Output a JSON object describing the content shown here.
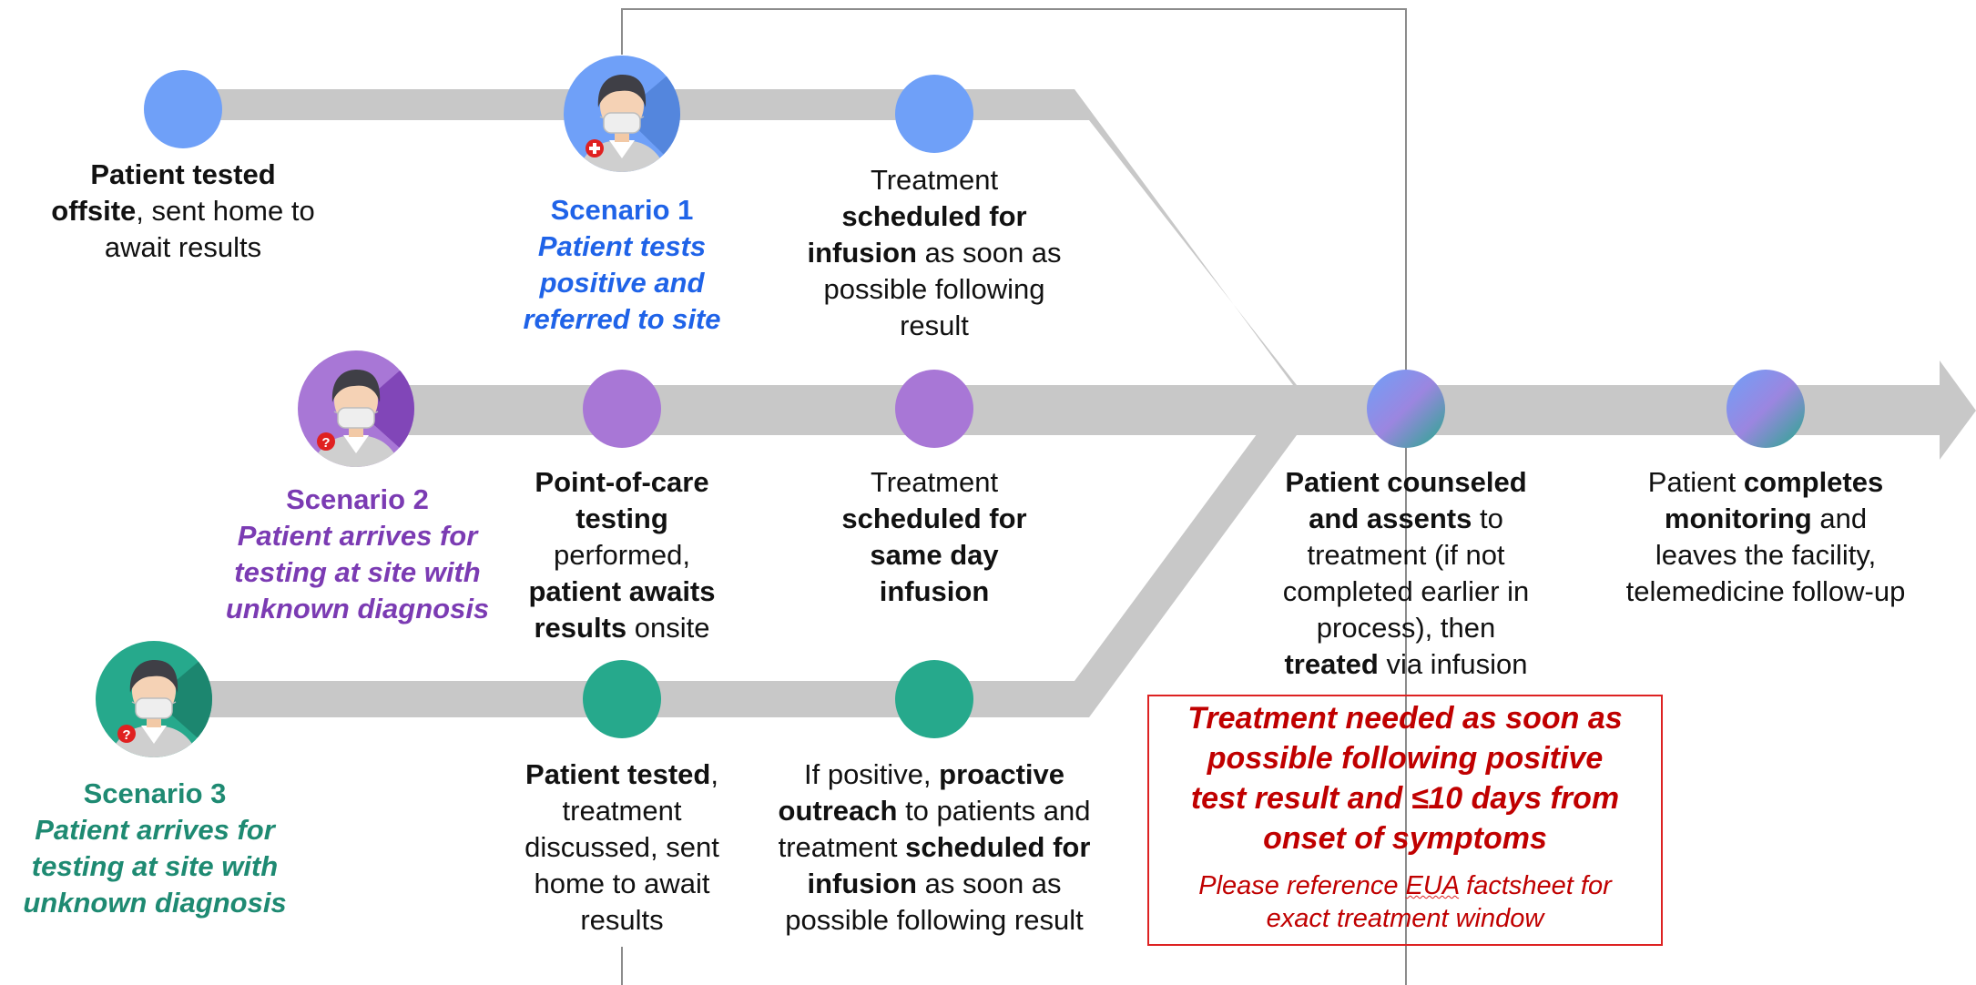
{
  "colors": {
    "track": "#c8c8c8",
    "scenario1": "#1f63e8",
    "scenario2": "#7b3bb3",
    "scenario3": "#1e8a72",
    "node1": "#6fa0f8",
    "node2": "#a877d6",
    "node3": "#26a98c",
    "warning": "#c00000"
  },
  "scenario1": {
    "title": "Scenario 1",
    "desc": [
      "Patient tests",
      "positive and",
      "referred to site"
    ],
    "step1": {
      "bold": [
        "Patient tested",
        "offsite"
      ],
      "text": [
        ", sent home to",
        "await results"
      ]
    },
    "step2": {
      "line1": "Treatment",
      "bold": [
        "scheduled for",
        "infusion"
      ],
      "text": [
        " as soon as",
        "possible following",
        "result"
      ]
    }
  },
  "scenario2": {
    "title": "Scenario 2",
    "desc": [
      "Patient arrives for",
      "testing at site with",
      "unknown diagnosis"
    ],
    "step1": {
      "bold1": [
        "Point-of-care",
        "testing"
      ],
      "line3": "performed,",
      "bold2": [
        "patient awaits",
        "results"
      ],
      "after": " onsite"
    },
    "step2": {
      "line1": "Treatment",
      "bold": [
        "scheduled for",
        "same day",
        "infusion"
      ]
    }
  },
  "scenario3": {
    "title": "Scenario 3",
    "desc": [
      "Patient arrives for",
      "testing at site with",
      "unknown diagnosis"
    ],
    "step1": {
      "bold": "Patient tested",
      "text": [
        ",",
        "treatment",
        "discussed, sent",
        "home to await",
        "results"
      ]
    },
    "step2": {
      "pre": "If positive, ",
      "bold1": [
        "proactive",
        "outreach"
      ],
      "mid": [
        " to patients and",
        "treatment "
      ],
      "bold2": [
        "scheduled for",
        "infusion"
      ],
      "after": [
        " as soon as",
        "possible following result"
      ]
    }
  },
  "merge": {
    "counsel": {
      "bold": [
        "Patient counseled",
        "and assents"
      ],
      "text": [
        " to",
        "treatment (if not",
        "completed earlier in",
        "process), then"
      ],
      "bold2": "treated",
      "after": " via infusion"
    },
    "complete": {
      "pre": "Patient ",
      "bold": [
        "completes",
        "monitoring"
      ],
      "text": [
        " and",
        "leaves the facility,",
        "telemedicine follow-up"
      ]
    }
  },
  "warning": {
    "headline": [
      "Treatment needed as soon as",
      "possible following positive",
      "test result and ≤10 days from",
      "onset of symptoms"
    ],
    "note_pre": "Please reference ",
    "note_eua": "EUA",
    "note_post": " factsheet for",
    "note_line2": "exact treatment window"
  },
  "icons": {
    "avatar1": "patient-avatar-masked",
    "avatar2": "patient-avatar-masked",
    "avatar3": "patient-avatar-masked"
  }
}
